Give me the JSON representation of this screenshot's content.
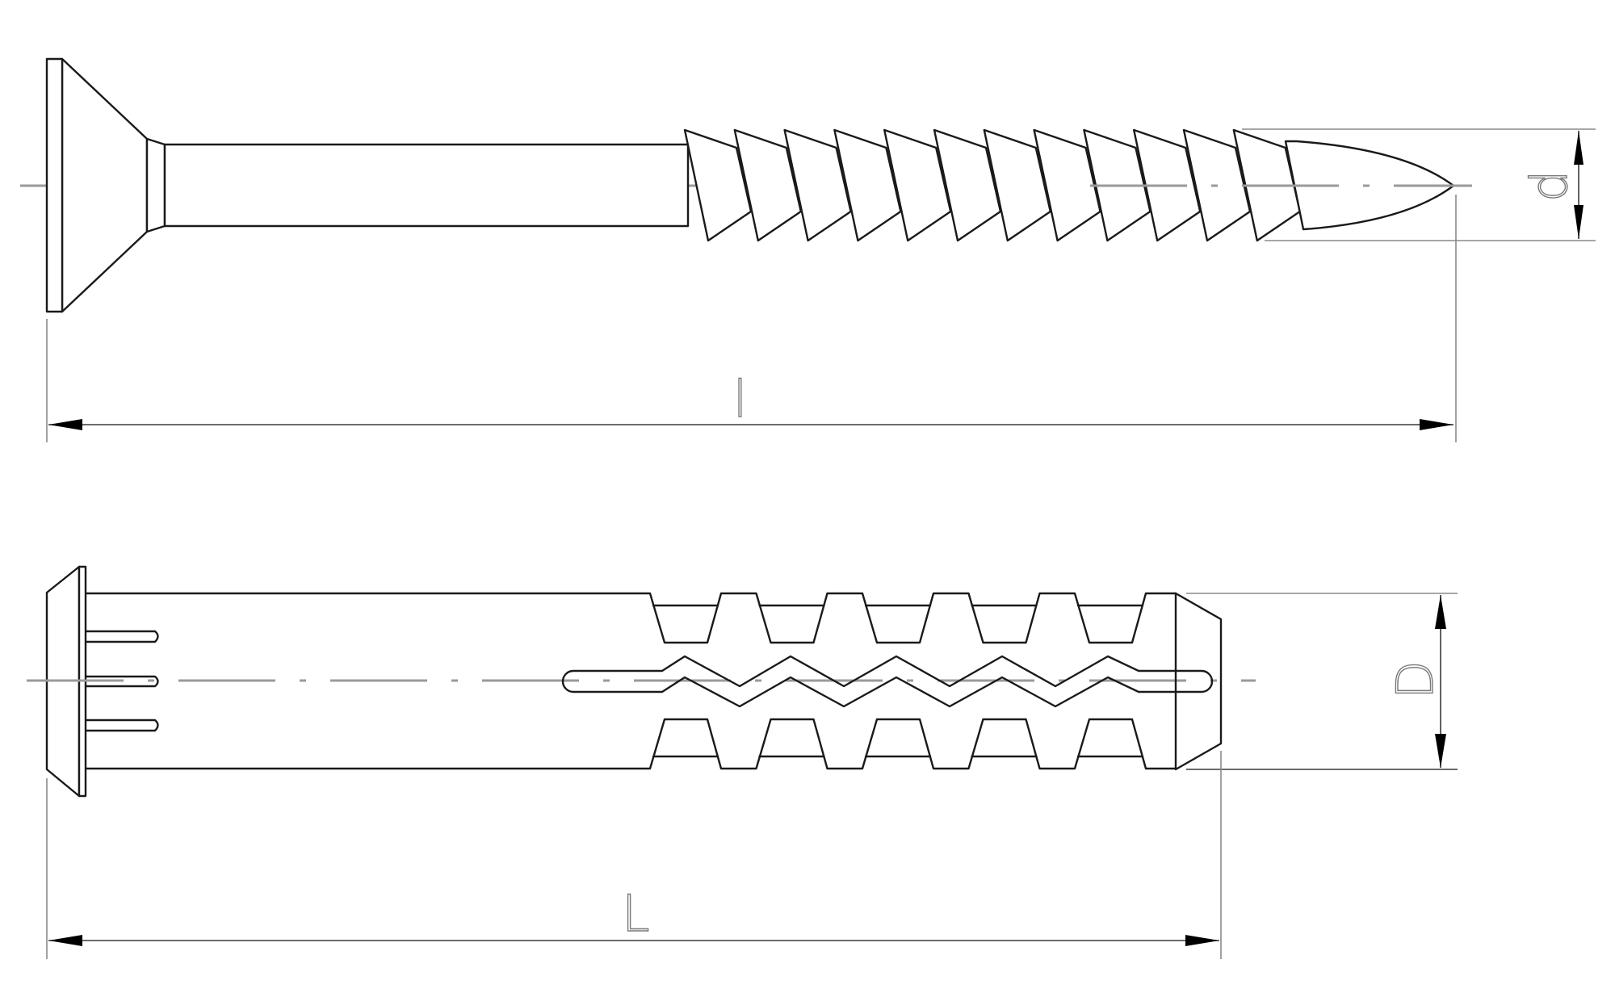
{
  "drawing": {
    "screw": {
      "length_label": "l",
      "diameter_label": "d",
      "thread_count": 12
    },
    "anchor": {
      "length_label": "L",
      "diameter_label": "D",
      "rib_count": 5,
      "nail_count": 3
    },
    "colors": {
      "outline": "#1a1a1a",
      "centerline": "#9a9a9a",
      "dimension": "#3a3a3a"
    }
  }
}
